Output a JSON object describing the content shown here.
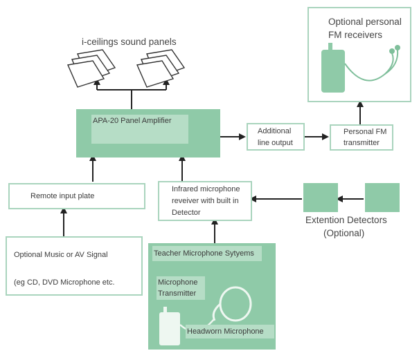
{
  "diagram": {
    "sound_panels_label": "i-ceilings sound panels",
    "amplifier_label": "APA-20 Panel Amplifier",
    "additional_output_line1": "Additional",
    "additional_output_line2": "line output",
    "fm_transmitter_line1": "Personal FM",
    "fm_transmitter_line2": "transmitter",
    "fm_receivers_line1": "Optional personal",
    "fm_receivers_line2": "FM receivers",
    "remote_input_label": "Remote input plate",
    "ir_receiver_line1": "Infrared microphone",
    "ir_receiver_line2": "reveiver with built in",
    "ir_receiver_line3": "Detector",
    "extension_line1": "Extention Detectors",
    "extension_line2": "(Optional)",
    "music_line1": "Optional Music or AV Signal",
    "music_line2": "(eg CD, DVD Microphone etc.",
    "teacher_system_label": "Teacher Microphone Sytyems",
    "mic_transmitter_line1": "Microphone",
    "mic_transmitter_line2": "Transmitter",
    "headworn_label": "Headworn Microphone"
  },
  "colors": {
    "green_fill": "#8fcaa8",
    "box_border": "#a9d4bd",
    "arrow": "#222222"
  }
}
